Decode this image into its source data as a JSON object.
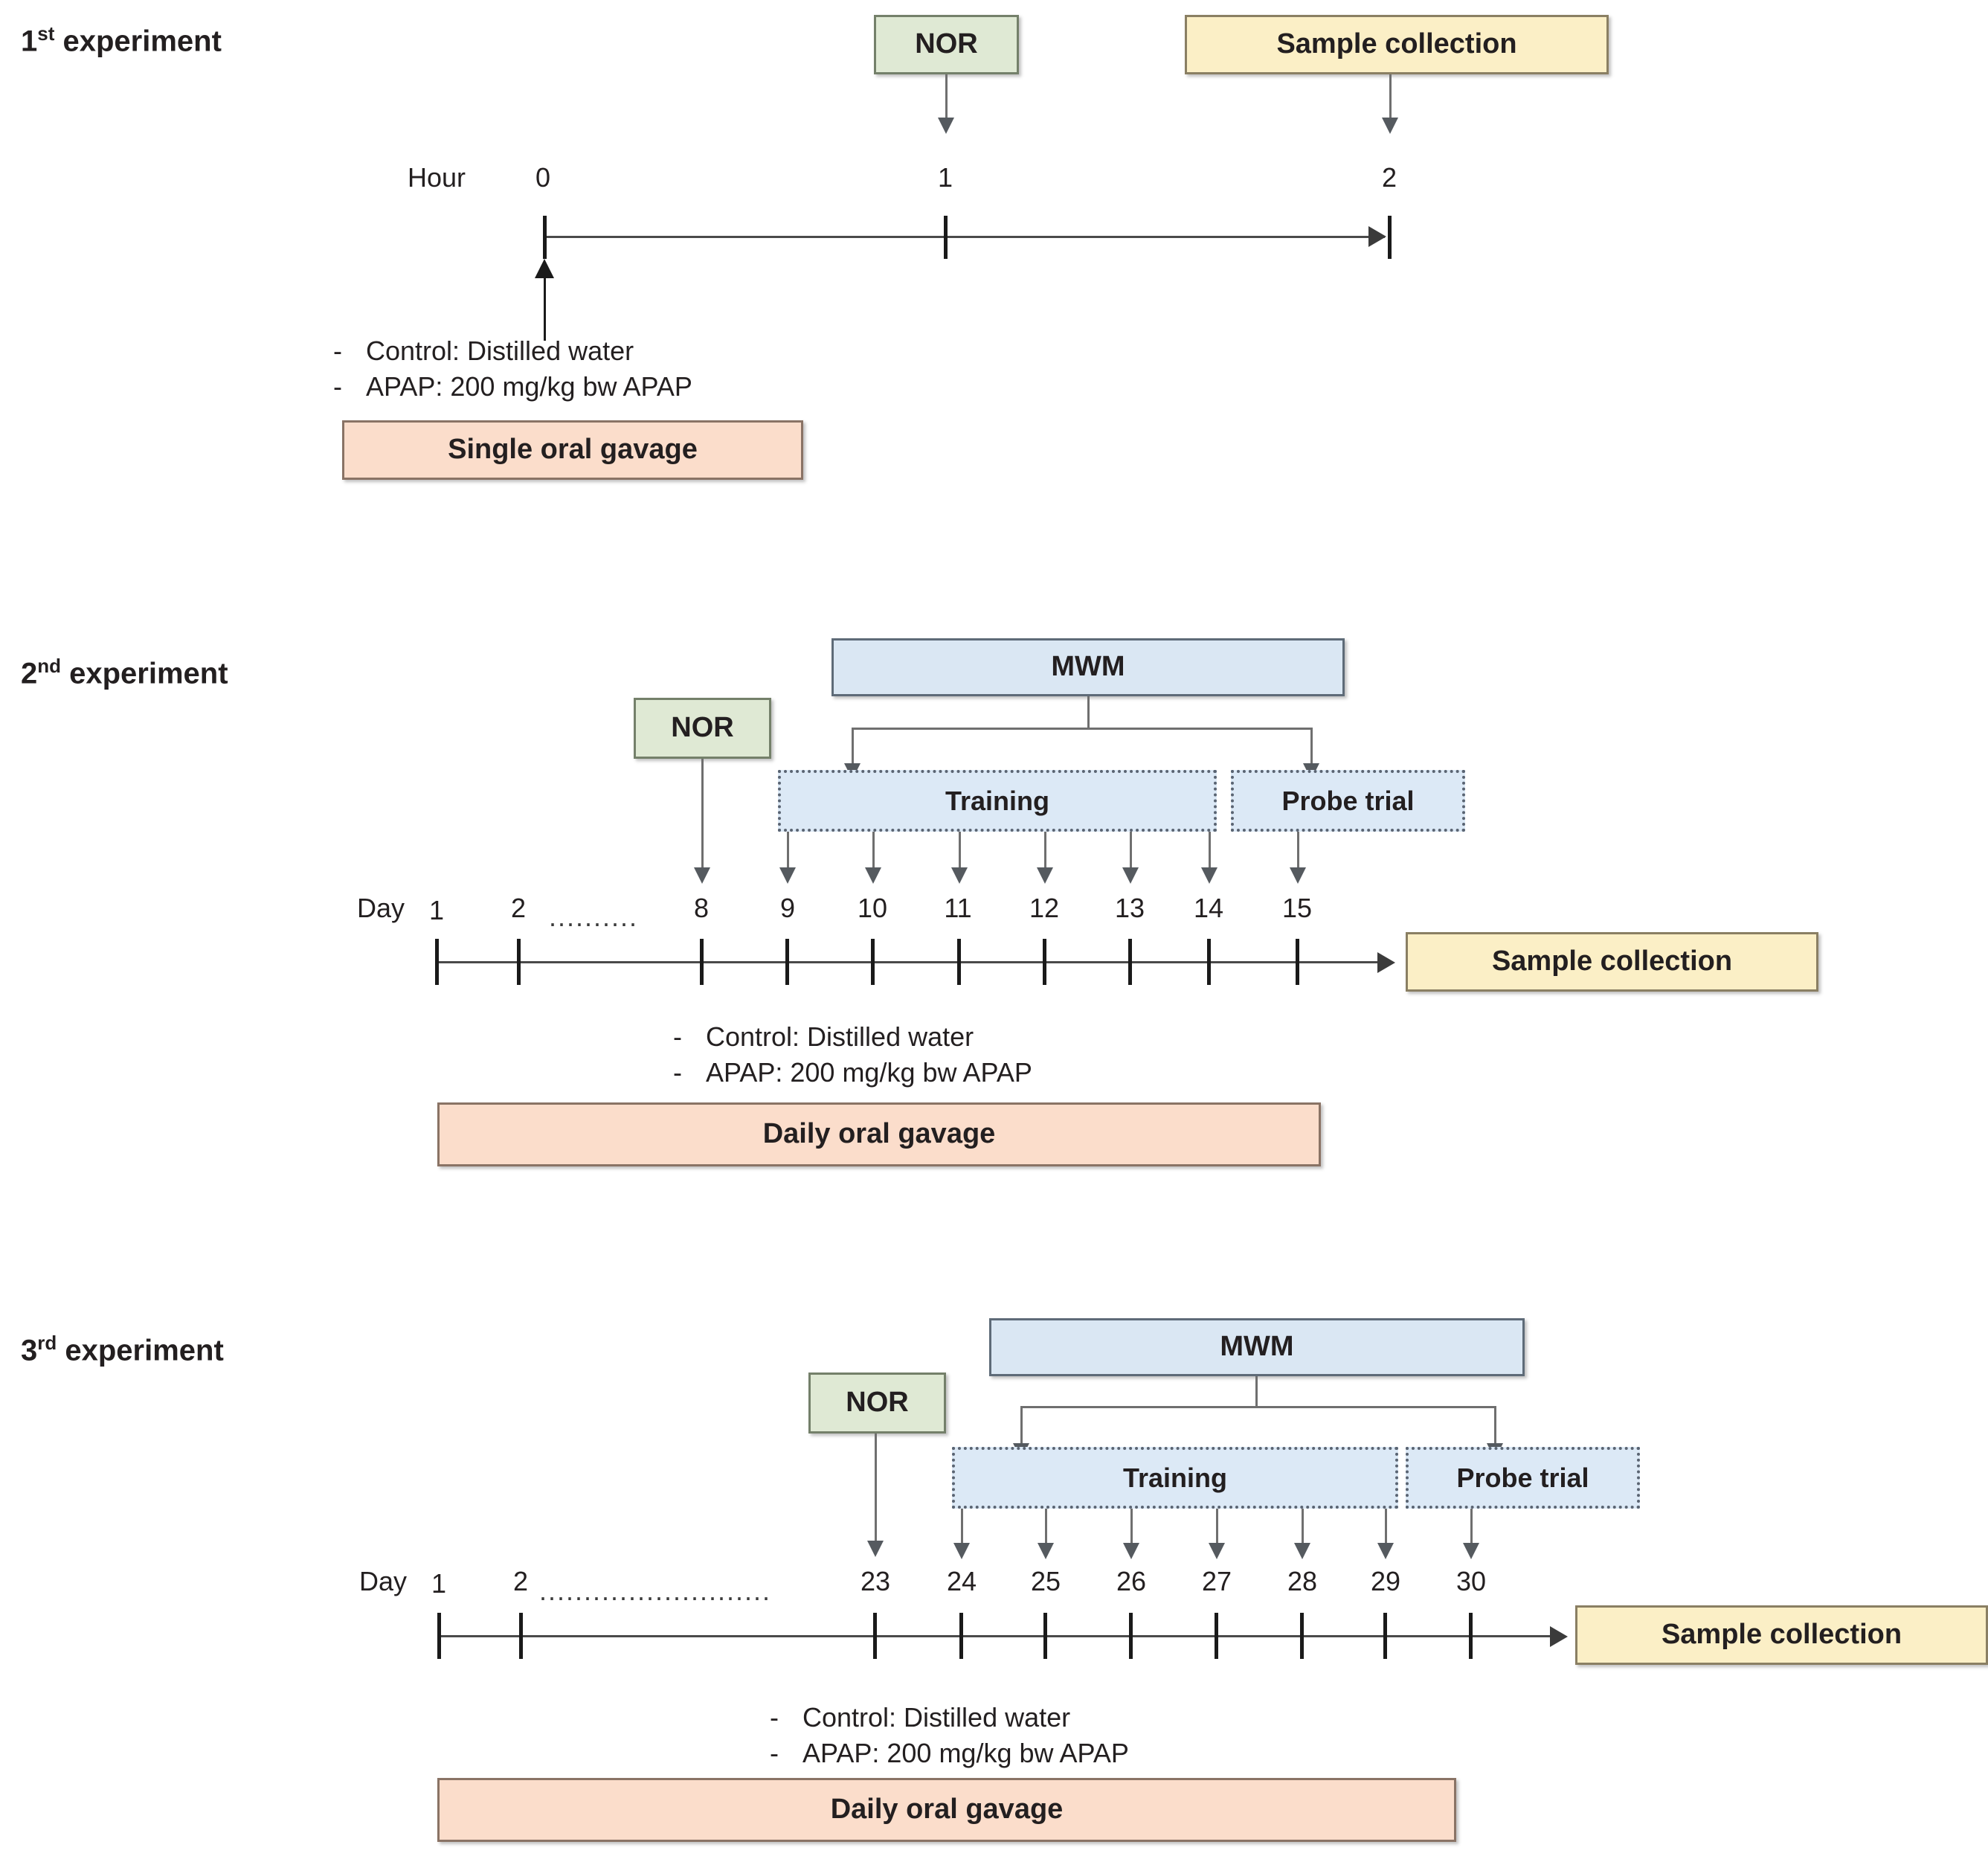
{
  "figure": {
    "type": "experimental-timeline-diagram",
    "dosing_note_lines": [
      "Control: Distilled water",
      "APAP: 200 mg/kg bw APAP"
    ],
    "labels": {
      "nor": "NOR",
      "mwm": "MWM",
      "training": "Training",
      "probe_trial": "Probe trial",
      "sample_collection": "Sample collection",
      "single_gavage": "Single oral gavage",
      "daily_gavage": "Daily oral gavage",
      "hour_caption": "Hour",
      "day_caption": "Day",
      "ellipsis_short": "..........",
      "ellipsis_long": ".........................."
    }
  },
  "experiments": [
    {
      "id": "exp1",
      "title_number": "1",
      "title_ordinal": "st",
      "title_word": " experiment",
      "axis_caption": "Hour",
      "axis_unit": "hour",
      "ticks": [
        "0",
        "1",
        "2"
      ],
      "events": [
        {
          "name": "NOR",
          "at": "1"
        },
        {
          "name": "Sample collection",
          "at": "2"
        },
        {
          "name": "Single oral gavage",
          "at": "0"
        }
      ],
      "gavage_label": "Single oral gavage",
      "bullets": [
        "Control: Distilled water",
        "APAP: 200 mg/kg bw APAP"
      ]
    },
    {
      "id": "exp2",
      "title_number": "2",
      "title_ordinal": "nd",
      "title_word": " experiment",
      "axis_caption": "Day",
      "axis_unit": "day",
      "ticks": [
        "1",
        "2",
        "8",
        "9",
        "10",
        "11",
        "12",
        "13",
        "14",
        "15"
      ],
      "gap_after_index": 1,
      "gap_dots": "..........",
      "events": [
        {
          "name": "NOR",
          "at": "8"
        },
        {
          "name": "MWM",
          "at": "9-15"
        },
        {
          "name": "Training",
          "at": "9-14"
        },
        {
          "name": "Probe trial",
          "at": "15"
        },
        {
          "name": "Sample collection",
          "at": "after 15"
        }
      ],
      "gavage_label": "Daily oral gavage",
      "bullets": [
        "Control: Distilled water",
        "APAP: 200 mg/kg bw APAP"
      ]
    },
    {
      "id": "exp3",
      "title_number": "3",
      "title_ordinal": "rd",
      "title_word": " experiment",
      "axis_caption": "Day",
      "axis_unit": "day",
      "ticks": [
        "1",
        "2",
        "23",
        "24",
        "25",
        "26",
        "27",
        "28",
        "29",
        "30"
      ],
      "gap_after_index": 1,
      "gap_dots": "..........................",
      "events": [
        {
          "name": "NOR",
          "at": "23"
        },
        {
          "name": "MWM",
          "at": "24-30"
        },
        {
          "name": "Training",
          "at": "24-29"
        },
        {
          "name": "Probe trial",
          "at": "30"
        },
        {
          "name": "Sample collection",
          "at": "after 30"
        }
      ],
      "gavage_label": "Daily oral gavage",
      "bullets": [
        "Control: Distilled water",
        "APAP: 200 mg/kg bw APAP"
      ]
    }
  ],
  "colors": {
    "nor_fill": "#dfe9d4",
    "sample_fill": "#fbefc6",
    "gavage_fill": "#fbddcb",
    "mwm_fill": "#dae7f3",
    "dashed_fill": "#dce9f6",
    "text": "#231f20",
    "line": "#4a4a4a"
  }
}
